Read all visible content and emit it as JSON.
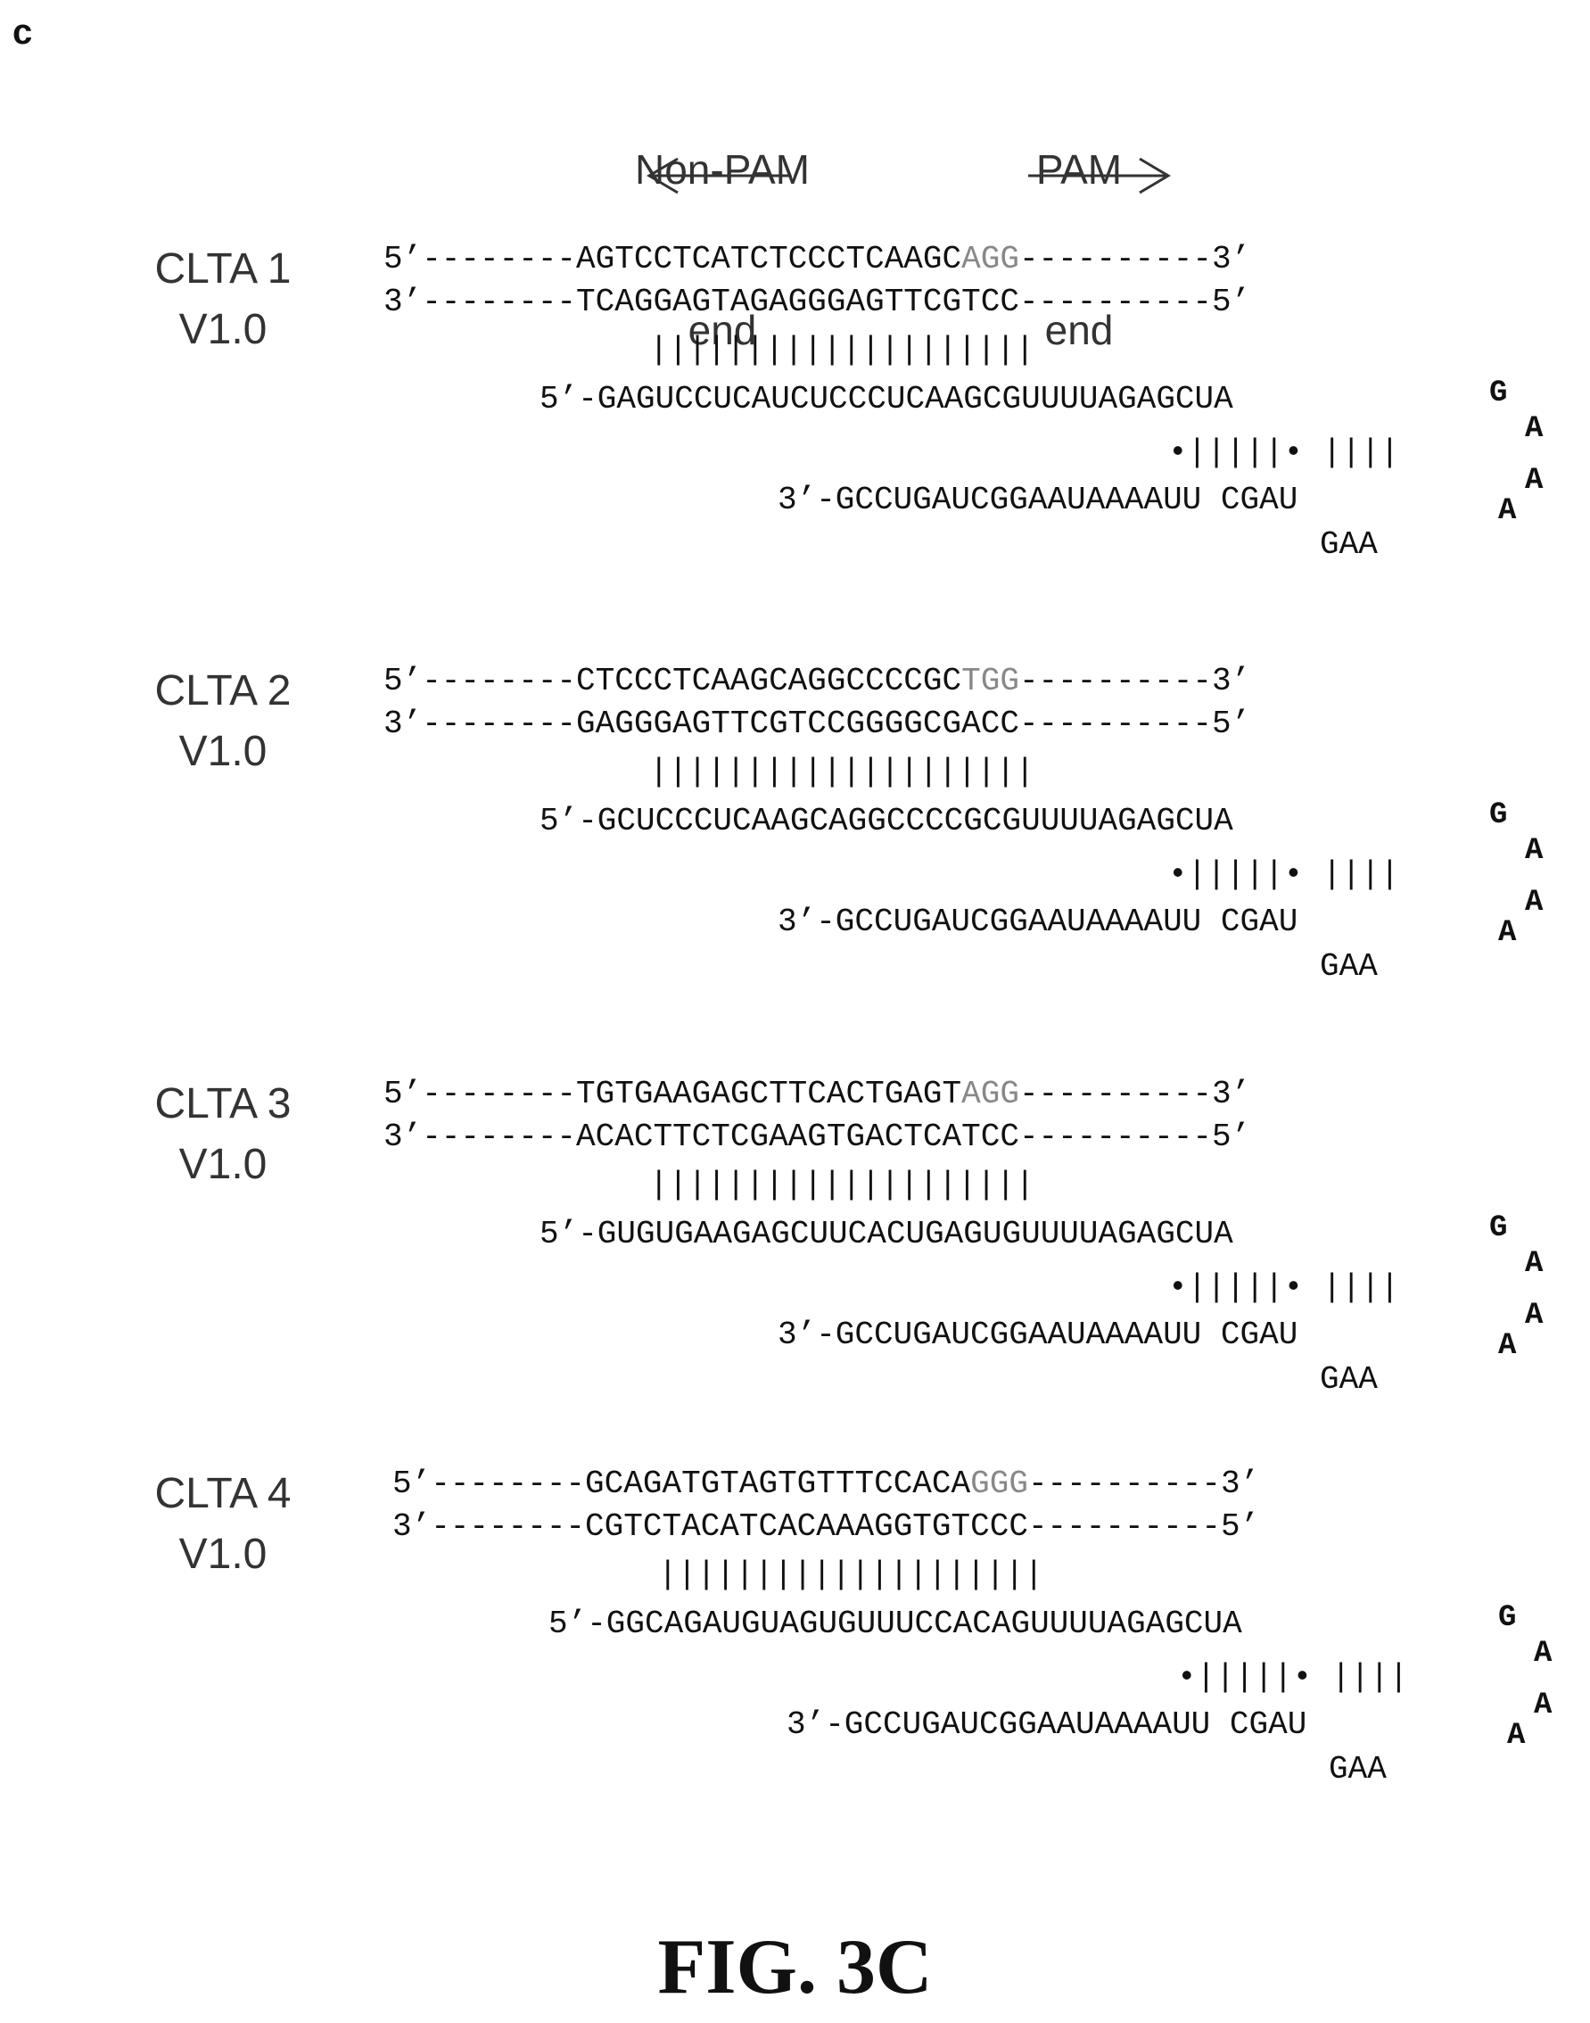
{
  "panel_letter": "c",
  "direction_labels": {
    "non_pam": [
      "Non-PAM",
      "end"
    ],
    "pam": [
      "PAM",
      "end"
    ]
  },
  "constructs": [
    {
      "name": "CLTA 1",
      "version": "V1.0",
      "top_prefix": "5’--------",
      "top_target": "AGTCCTCATCTCCCTCAAGC",
      "top_pam": "AGG",
      "top_suffix": "----------3’",
      "bottom_prefix": "3’--------",
      "bottom_target": "TCAGGAGTAGAGGGAGTTCGTCC",
      "bottom_suffix": "----------5’",
      "pair_bars": "||||||||||||||||||||",
      "rna_5": "5’-GAGUCCUCAUCUCCCUCAAGCGUUUUAGAGCUA",
      "stem_pairs": "•|||||• ||||",
      "rna_3": "3’-GCCUGAUCGGAAUAAAAUU CGAU",
      "loop": [
        "G",
        "A",
        "A",
        "A"
      ],
      "bulge": "GAA"
    },
    {
      "name": "CLTA 2",
      "version": "V1.0",
      "top_prefix": "5’--------",
      "top_target": "CTCCCTCAAGCAGGCCCCGC",
      "top_pam": "TGG",
      "top_suffix": "----------3’",
      "bottom_prefix": "3’--------",
      "bottom_target": "GAGGGAGTTCGTCCGGGGCGACC",
      "bottom_suffix": "----------5’",
      "pair_bars": "||||||||||||||||||||",
      "rna_5": "5’-GCUCCCUCAAGCAGGCCCCGCGUUUUAGAGCUA",
      "stem_pairs": "•|||||• ||||",
      "rna_3": "3’-GCCUGAUCGGAAUAAAAUU CGAU",
      "loop": [
        "G",
        "A",
        "A",
        "A"
      ],
      "bulge": "GAA"
    },
    {
      "name": "CLTA 3",
      "version": "V1.0",
      "top_prefix": "5’--------",
      "top_target": "TGTGAAGAGCTTCACTGAGT",
      "top_pam": "AGG",
      "top_suffix": "----------3’",
      "bottom_prefix": "3’--------",
      "bottom_target": "ACACTTCTCGAAGTGACTCATCC",
      "bottom_suffix": "----------5’",
      "pair_bars": "||||||||||||||||||||",
      "rna_5": "5’-GUGUGAAGAGCUUCACUGAGUGUUUUAGAGCUA",
      "stem_pairs": "•|||||• ||||",
      "rna_3": "3’-GCCUGAUCGGAAUAAAAUU CGAU",
      "loop": [
        "G",
        "A",
        "A",
        "A"
      ],
      "bulge": "GAA"
    },
    {
      "name": "CLTA 4",
      "version": "V1.0",
      "top_prefix": "5’--------",
      "top_target": "GCAGATGTAGTGTTTCCACA",
      "top_pam": "GGG",
      "top_suffix": "----------3’",
      "bottom_prefix": "3’--------",
      "bottom_target": "CGTCTACATCACAAAGGTGTCCC",
      "bottom_suffix": "----------5’",
      "pair_bars": "||||||||||||||||||||",
      "rna_5": "5’-GGCAGAUGUAGUGUUUCCACAGUUUUAGAGCUA",
      "stem_pairs": "•|||||• ||||",
      "rna_3": "3’-GCCUGAUCGGAAUAAAAUU CGAU",
      "loop": [
        "G",
        "A",
        "A",
        "A"
      ],
      "bulge": "GAA"
    }
  ],
  "figure_title": "FIG. 3C"
}
